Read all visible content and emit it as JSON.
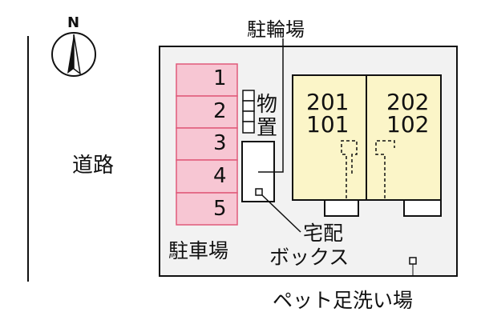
{
  "compass": {
    "label": "N"
  },
  "road": {
    "label": "道路"
  },
  "bicycle_parking": {
    "label": "駐輪場"
  },
  "storage": {
    "label_line1": "物",
    "label_line2": "置"
  },
  "parking": {
    "label": "駐車場",
    "spaces": [
      "1",
      "2",
      "3",
      "4",
      "5"
    ],
    "color": "#f7c6d3"
  },
  "units": [
    {
      "upper": "201",
      "lower": "101"
    },
    {
      "upper": "202",
      "lower": "102"
    }
  ],
  "building_color": "#fbf5c8",
  "delivery_box": {
    "line1": "宅配",
    "line2": "ボックス"
  },
  "pet_wash": {
    "label": "ペット足洗い場"
  }
}
